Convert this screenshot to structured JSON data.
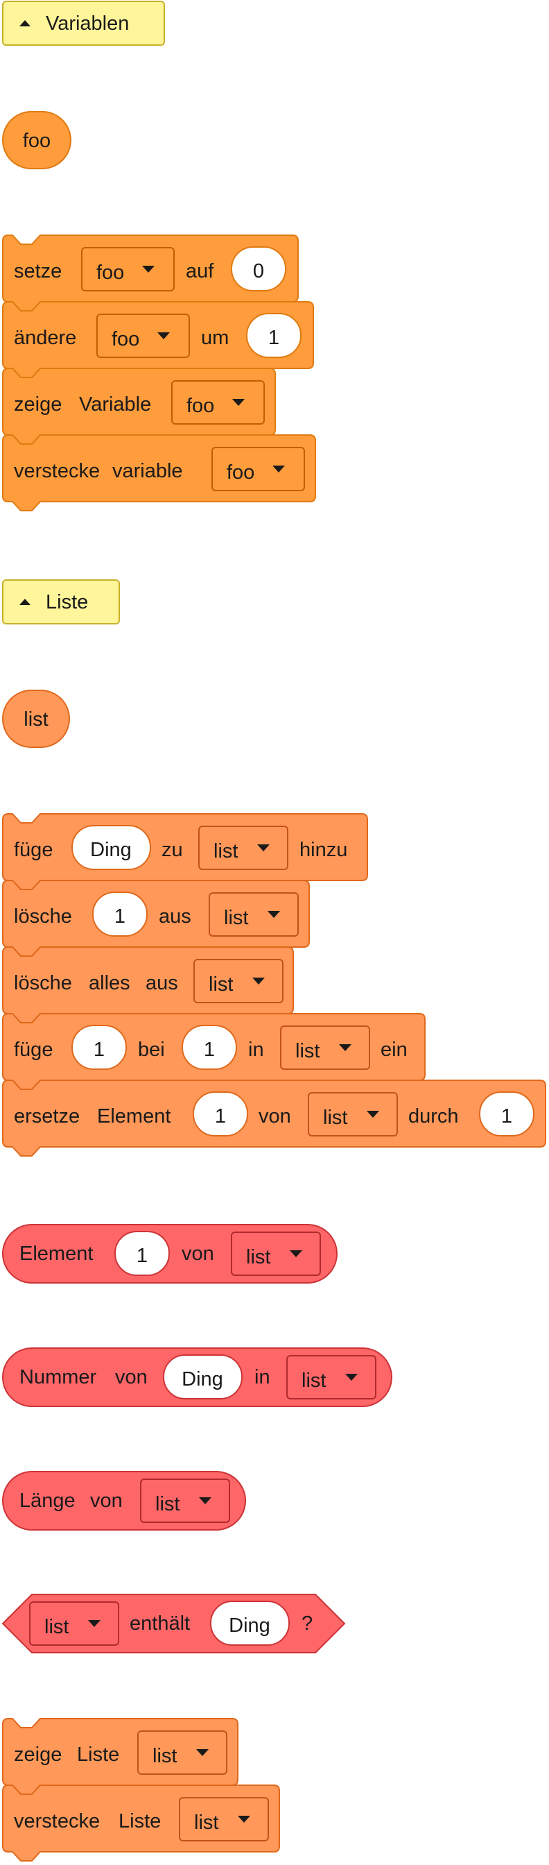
{
  "palette": {
    "category_fill": "#fff59a",
    "category_stroke": "#c9b12a",
    "variable_fill": "#ff9c3c",
    "variable_stroke": "#e07a10",
    "list_fill": "#ff9858",
    "list_stroke": "#e0691c",
    "list_reporter_fill": "#ff6668",
    "list_reporter_stroke": "#cc3336",
    "input_fill": "#ffffff",
    "text": "#1a1a1a"
  },
  "variables_section": {
    "category_label": "Variablen",
    "collapse_icon": "triangle-up-icon",
    "reporter": "foo",
    "set_block": {
      "w1": "setze",
      "dropdown": "foo",
      "w2": "auf",
      "value": "0"
    },
    "change_block": {
      "w1": "ändere",
      "dropdown": "foo",
      "w2": "um",
      "value": "1"
    },
    "show_block": {
      "w1": "zeige",
      "w2": "Variable",
      "dropdown": "foo"
    },
    "hide_block": {
      "w1": "verstecke",
      "w2": "variable",
      "dropdown": "foo"
    }
  },
  "list_section": {
    "category_label": "Liste",
    "collapse_icon": "triangle-up-icon",
    "reporter": "list",
    "add_block": {
      "w1": "füge",
      "value": "Ding",
      "w2": "zu",
      "dropdown": "list",
      "w3": "hinzu"
    },
    "delete_block": {
      "w1": "lösche",
      "value": "1",
      "w2": "aus",
      "dropdown": "list"
    },
    "delete_all_block": {
      "w1": "lösche",
      "w2": "alles",
      "w3": "aus",
      "dropdown": "list"
    },
    "insert_block": {
      "w1": "füge",
      "value1": "1",
      "w2": "bei",
      "value2": "1",
      "w3": "in",
      "dropdown": "list",
      "w4": "ein"
    },
    "replace_block": {
      "w1": "ersetze",
      "w2": "Element",
      "value1": "1",
      "w3": "von",
      "dropdown": "list",
      "w4": "durch",
      "value2": "1"
    },
    "item_reporter": {
      "w1": "Element",
      "value": "1",
      "w2": "von",
      "dropdown": "list"
    },
    "index_reporter": {
      "w1": "Nummer",
      "w2": "von",
      "value": "Ding",
      "w3": "in",
      "dropdown": "list"
    },
    "length_reporter": {
      "w1": "Länge",
      "w2": "von",
      "dropdown": "list"
    },
    "contains_predicate": {
      "dropdown": "list",
      "w1": "enthält",
      "value": "Ding",
      "w2": "?"
    },
    "show_block": {
      "w1": "zeige",
      "w2": "Liste",
      "dropdown": "list"
    },
    "hide_block": {
      "w1": "verstecke",
      "w2": "Liste",
      "dropdown": "list"
    }
  }
}
